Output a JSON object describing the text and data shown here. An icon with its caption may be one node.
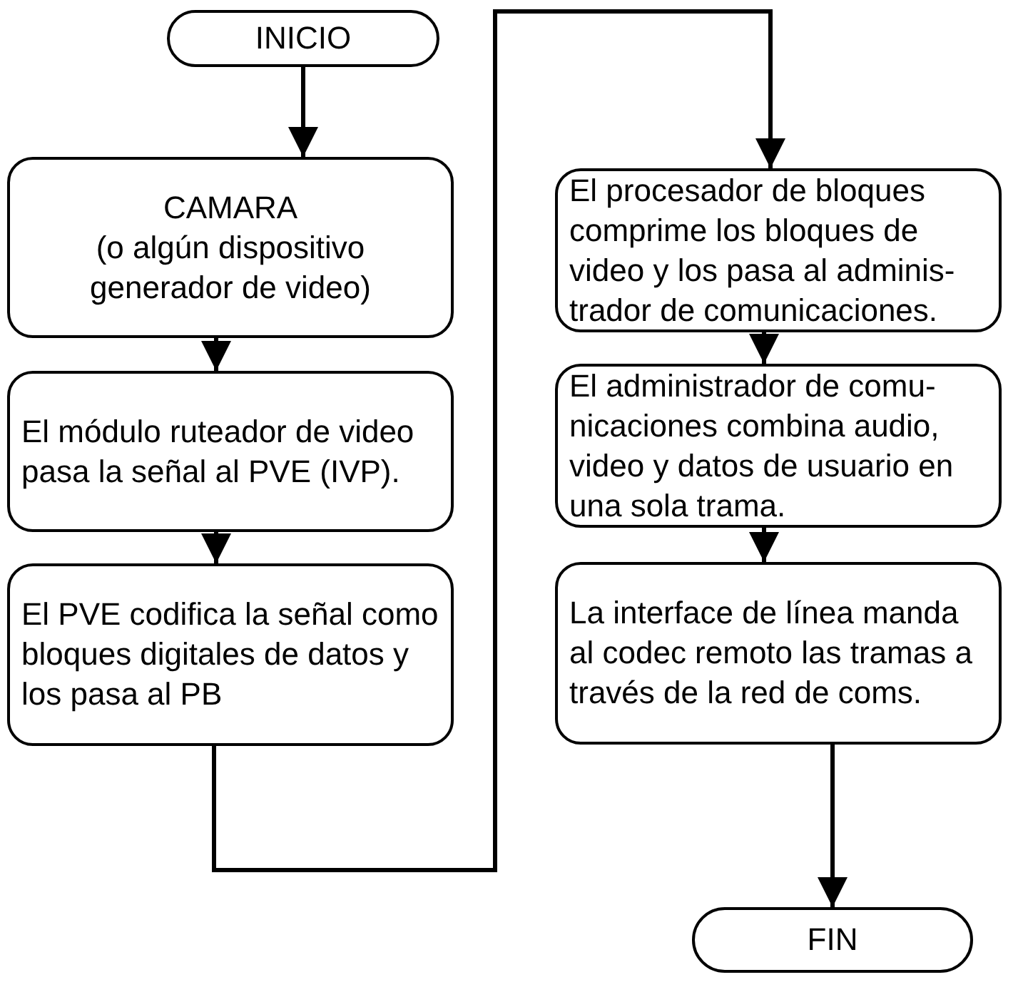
{
  "diagram": {
    "nodes": [
      {
        "text": [
          "INICIO"
        ]
      },
      {
        "text": [
          "CAMARA",
          "(o algún dispositivo generador de video)"
        ]
      },
      {
        "text": [
          "El módulo ruteador de video pasa la señal al PVE  (IVP)."
        ]
      },
      {
        "text": [
          "El PVE codifica la señal como bloques digitales de datos y los pasa al PB"
        ]
      },
      {
        "text": [
          "El procesador de bloques comprime los bloques de video y los pasa al adminis- trador de comunicaciones."
        ]
      },
      {
        "text": [
          "El administrador de comu- nicaciones combina audio, video y datos de usuario en una sola trama."
        ]
      },
      {
        "text": [
          "La interface de línea manda al codec remoto las tramas a través de la red de coms."
        ]
      },
      {
        "text": [
          "FIN"
        ]
      }
    ],
    "edges": [
      {
        "from": 0,
        "to": 1,
        "arrow": "to"
      },
      {
        "from": 1,
        "to": 2,
        "arrow": "to"
      },
      {
        "from": 2,
        "to": 3,
        "arrow": "to"
      },
      {
        "from": 3,
        "to": 4,
        "arrow": "to"
      },
      {
        "from": 4,
        "to": 5,
        "arrow": "to"
      },
      {
        "from": 5,
        "to": 6,
        "arrow": "to"
      },
      {
        "from": 6,
        "to": 7,
        "arrow": "to"
      }
    ]
  }
}
